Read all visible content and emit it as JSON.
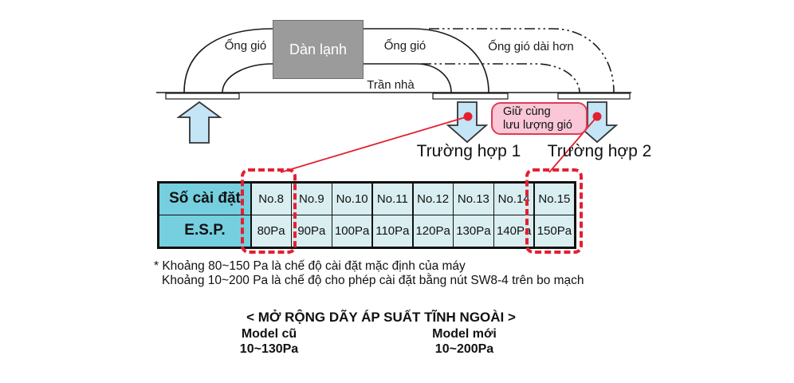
{
  "colors": {
    "arrow_fill": "#c3e5f6",
    "unit_fill": "#9b9b9b",
    "pink_fill": "#f9c7d7",
    "pink_border": "#e03a55",
    "table_header_fill": "#75cfdf",
    "table_cell_fill": "#d9eef0",
    "highlight_red": "#e32030"
  },
  "diagram": {
    "duct_label_left": "Ống gió",
    "unit_label": "Dàn lạnh",
    "duct_label_right": "Ống gió",
    "longer_duct_label": "Ống gió dài hơn",
    "ceiling_label": "Trần nhà",
    "airflow_note_line1": "Giữ cùng",
    "airflow_note_line2": "lưu lượng gió",
    "case1_label": "Trường hợp 1",
    "case2_label": "Trường hợp 2"
  },
  "table": {
    "row1_header": "Số cài đặt",
    "row2_header": "E.S.P.",
    "columns": [
      {
        "no": "No.8",
        "esp": "80Pa"
      },
      {
        "no": "No.9",
        "esp": "90Pa"
      },
      {
        "no": "No.10",
        "esp": "100Pa"
      },
      {
        "no": "No.11",
        "esp": "110Pa"
      },
      {
        "no": "No.12",
        "esp": "120Pa"
      },
      {
        "no": "No.13",
        "esp": "130Pa"
      },
      {
        "no": "No.14",
        "esp": "140Pa"
      },
      {
        "no": "No.15",
        "esp": "150Pa"
      }
    ]
  },
  "notes": {
    "line1": "* Khoảng 80~150 Pa là chế độ cài đặt mặc định của máy",
    "line2": "Khoảng 10~200 Pa là chế độ cho phép cài đặt bằng nút SW8-4 trên bo mạch"
  },
  "footer": {
    "title": "< MỞ RỘNG DÃY ÁP SUẤT TĨNH NGOÀI >",
    "old_model_label": "Model cũ",
    "old_model_range": "10~130Pa",
    "new_model_label": "Model mới",
    "new_model_range": "10~200Pa"
  }
}
